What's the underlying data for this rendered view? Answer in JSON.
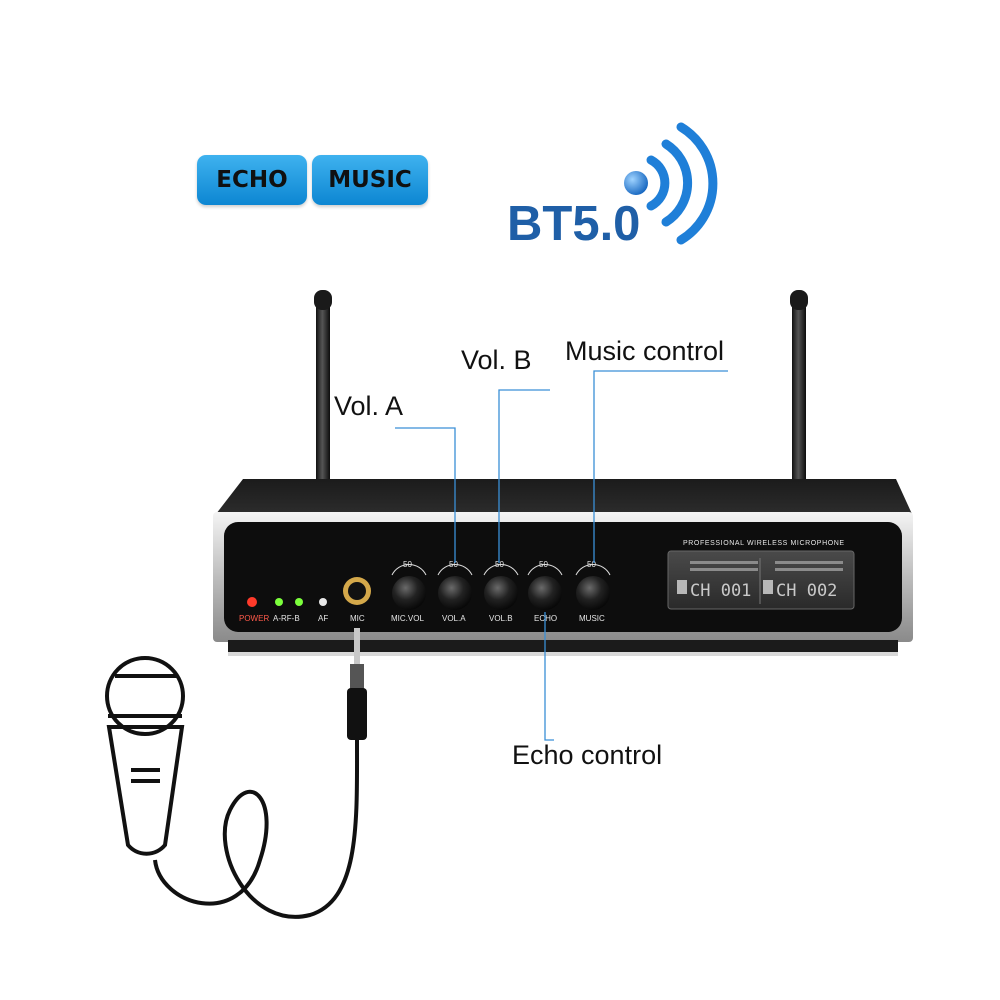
{
  "badges": {
    "echo": "ECHO",
    "music": "MUSIC"
  },
  "bluetooth": {
    "label": "BT5.0"
  },
  "callouts": {
    "vol_a": "Vol. A",
    "vol_b": "Vol. B",
    "music_control": "Music control",
    "echo_control": "Echo control"
  },
  "panel": {
    "header": "PROFESSIONAL WIRELESS MICROPHONE",
    "channel_a": "CH 001",
    "channel_b": "CH 002",
    "indicators": {
      "power": "POWER",
      "rf": "A-RF-B",
      "af": "AF"
    },
    "jack": "MIC",
    "knob_scale": "50",
    "knobs": [
      "MIC.VOL",
      "VOL.A",
      "VOL.B",
      "ECHO",
      "MUSIC"
    ]
  },
  "colors": {
    "accent_blue": "#1f5fa7",
    "callout_line": "#3a8fd6",
    "badge_blue": "#1a99e0",
    "power_led": "#ff3a2a",
    "rf_led": "#7cff3c"
  },
  "icons": [
    "bluetooth-waves-icon",
    "microphone-icon"
  ]
}
